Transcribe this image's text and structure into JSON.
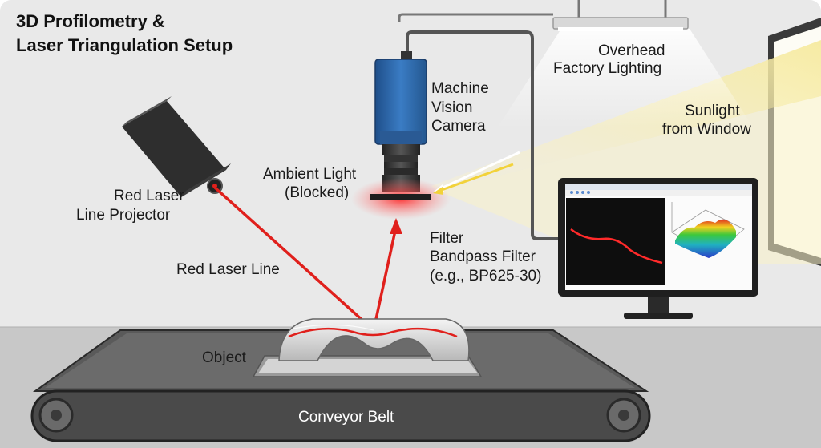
{
  "title": {
    "line1": "3D Profilometry &",
    "line2": "Laser Triangulation Setup"
  },
  "labels": {
    "overhead_1": "Overhead",
    "overhead_2": "Factory Lighting",
    "camera_1": "Machine",
    "camera_2": "Vision",
    "camera_3": "Camera",
    "sunlight_1": "Sunlight",
    "sunlight_2": "from Window",
    "ambient_1": "Ambient Light",
    "ambient_2": "(Blocked)",
    "laser_proj_1": "Red Laser",
    "laser_proj_2": "Line Projector",
    "filter_1": "Filter",
    "filter_2": "Bandpass Filter",
    "filter_3": "(e.g., BP625-30)",
    "laser_line": "Red Laser Line",
    "object": "Object",
    "conveyor": "Conveyor Belt"
  },
  "colors": {
    "laser": "#e0201c",
    "camera_body": "#2e6eb5",
    "sunlight": "#f5e9a6",
    "background": "#e9e9e9",
    "floor": "#c9c9c9"
  },
  "icons": {
    "camera": "machine-vision-camera-icon",
    "projector": "laser-projector-icon",
    "monitor": "monitor-icon",
    "lamp": "overhead-lamp-icon",
    "window": "window-icon"
  }
}
